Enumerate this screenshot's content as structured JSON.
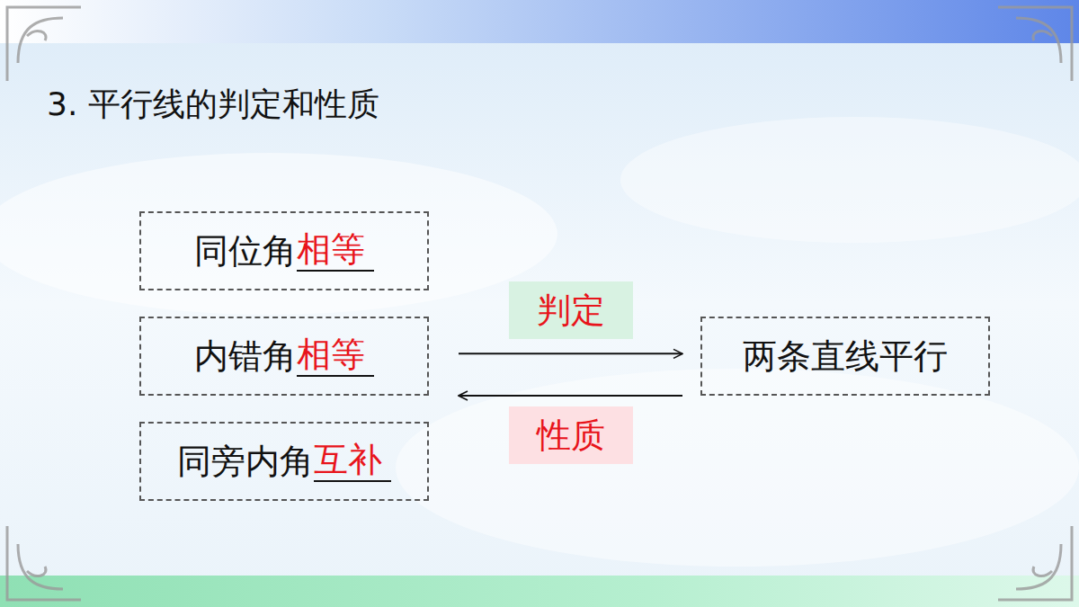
{
  "diagram": {
    "title": "3. 平行线的判定和性质",
    "nodes": [
      {
        "text": [
          "同位角",
          "相等"
        ]
      },
      {
        "text": [
          "内错角",
          "相等"
        ]
      },
      {
        "text": [
          "同旁内角",
          "互补"
        ]
      },
      {
        "text": [
          "两条直线平行"
        ]
      }
    ],
    "edges": [
      {
        "from": 1,
        "to": 3,
        "label": "判定",
        "arrow": "to"
      },
      {
        "from": 3,
        "to": 1,
        "label": "性质",
        "arrow": "to"
      }
    ]
  }
}
